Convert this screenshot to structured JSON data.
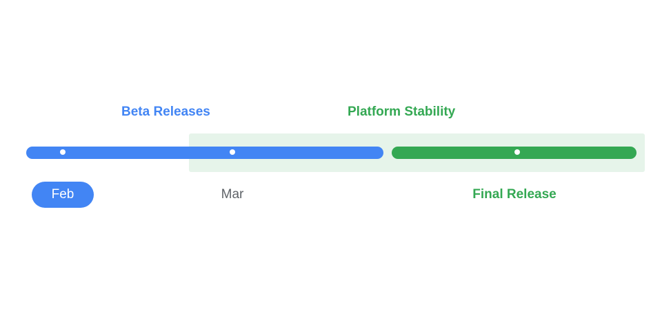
{
  "phases": {
    "beta_releases": "Beta Releases",
    "platform_stability": "Platform Stability"
  },
  "milestones": {
    "feb": "Feb",
    "mar": "Mar",
    "final_release": "Final Release"
  },
  "colors": {
    "beta": "#4285f4",
    "stability": "#34a853",
    "stability_band": "#e6f4ea",
    "muted_text": "#5f6368"
  }
}
